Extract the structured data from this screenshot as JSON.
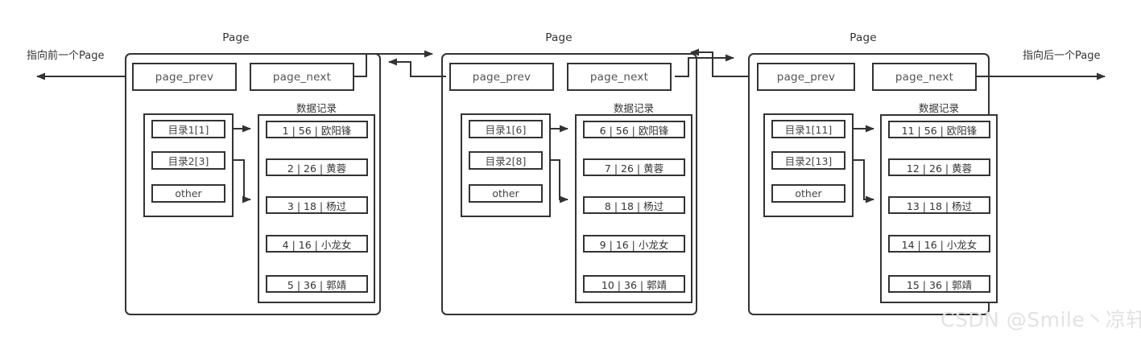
{
  "diagram": {
    "title_label": "Page",
    "left_edge_label": "指向前一个Page",
    "right_edge_label": "指向后一个Page",
    "records_label": "数据记录",
    "prev_pointer_label": "page_prev",
    "next_pointer_label": "page_next",
    "other_label": "other",
    "watermark": "CSDN @Smile丶凉轩",
    "colors": {
      "stroke": "#333333",
      "text": "#333333",
      "muted_text": "#555555",
      "background": "#ffffff",
      "watermark": "#e2e2e2"
    }
  },
  "pages": [
    {
      "title": "Page",
      "prev": "page_prev",
      "next": "page_next",
      "records_title": "数据记录",
      "directory": [
        {
          "label": "目录1[1]"
        },
        {
          "label": "目录2[3]"
        },
        {
          "label": "other"
        }
      ],
      "records": [
        {
          "label": "1 | 56 | 欧阳锋"
        },
        {
          "label": "2 | 26 | 黄蓉"
        },
        {
          "label": "3 | 18 | 杨过"
        },
        {
          "label": "4 | 16 | 小龙女"
        },
        {
          "label": "5 | 36 | 郭靖"
        }
      ]
    },
    {
      "title": "Page",
      "prev": "page_prev",
      "next": "page_next",
      "records_title": "数据记录",
      "directory": [
        {
          "label": "目录1[6]"
        },
        {
          "label": "目录2[8]"
        },
        {
          "label": "other"
        }
      ],
      "records": [
        {
          "label": "6 | 56 | 欧阳锋"
        },
        {
          "label": "7 | 26 | 黄蓉"
        },
        {
          "label": "8 | 18 | 杨过"
        },
        {
          "label": "9 | 16 | 小龙女"
        },
        {
          "label": "10 | 36 | 郭靖"
        }
      ]
    },
    {
      "title": "Page",
      "prev": "page_prev",
      "next": "page_next",
      "records_title": "数据记录",
      "directory": [
        {
          "label": "目录1[11]"
        },
        {
          "label": "目录2[13]"
        },
        {
          "label": "other"
        }
      ],
      "records": [
        {
          "label": "11 | 56 | 欧阳锋"
        },
        {
          "label": "12 | 26 | 黄蓉"
        },
        {
          "label": "13 | 18 | 杨过"
        },
        {
          "label": "14 | 16 | 小龙女"
        },
        {
          "label": "15 | 36 | 郭靖"
        }
      ]
    }
  ]
}
